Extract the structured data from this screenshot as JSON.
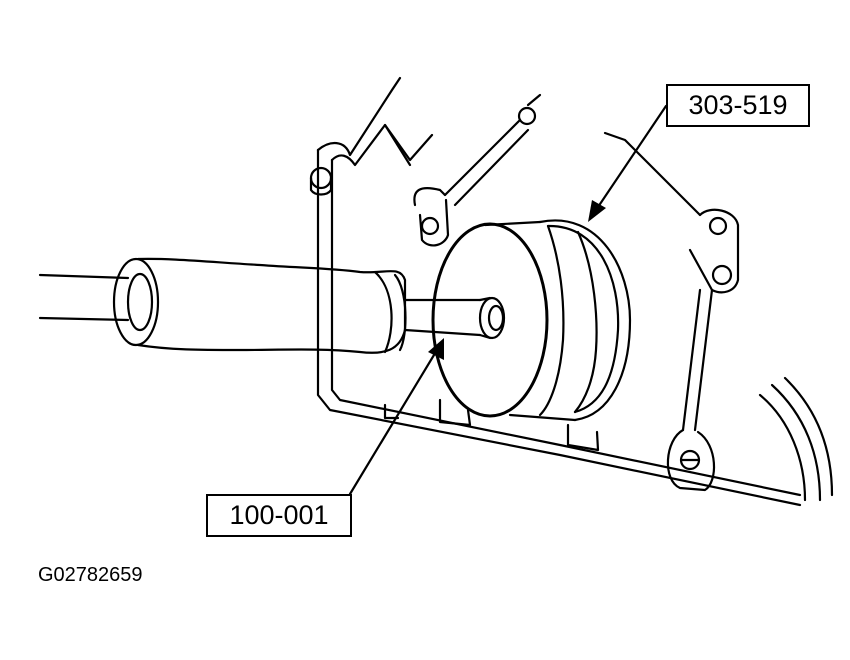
{
  "callouts": {
    "seal_tool": "303-519",
    "slide_hammer": "100-001"
  },
  "figure_id": "G02782659",
  "colors": {
    "line": "#000000",
    "background": "#ffffff"
  }
}
